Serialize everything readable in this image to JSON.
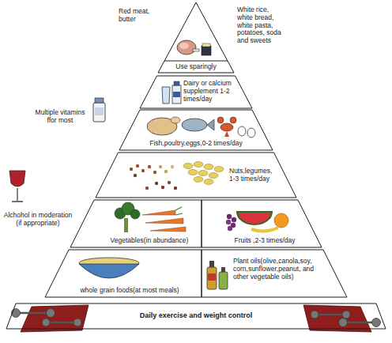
{
  "diagram": {
    "nodes": [
      {
        "text": [
          "Use sparingly"
        ]
      },
      {
        "text": [
          "Dairy or calcium supplement 1-2 times/day"
        ]
      },
      {
        "text": [
          "Fish,poultry,eggs,0-2 times/day"
        ]
      },
      {
        "text": [
          "Nuts,legumes, 1-3 times/day"
        ]
      },
      {
        "text": [
          "Vegetables(in abundance)"
        ]
      },
      {
        "text": [
          "Fruits ,2-3 times/day"
        ]
      },
      {
        "text": [
          "whole grain foods(at most meals)"
        ]
      },
      {
        "text": [
          "Plant oils(olive,canola,soy, corn,sunflower,peanut, and other vegetable oils)"
        ]
      },
      {
        "text": [
          "Daily exercise and weight control"
        ]
      }
    ],
    "labels": [
      "Red meat, butter",
      "White rice, white bread, white pasta, potatoes, soda and sweets",
      "Multiple vitamins ffor most",
      "Alchohol in moderation (if appropriate)"
    ]
  }
}
